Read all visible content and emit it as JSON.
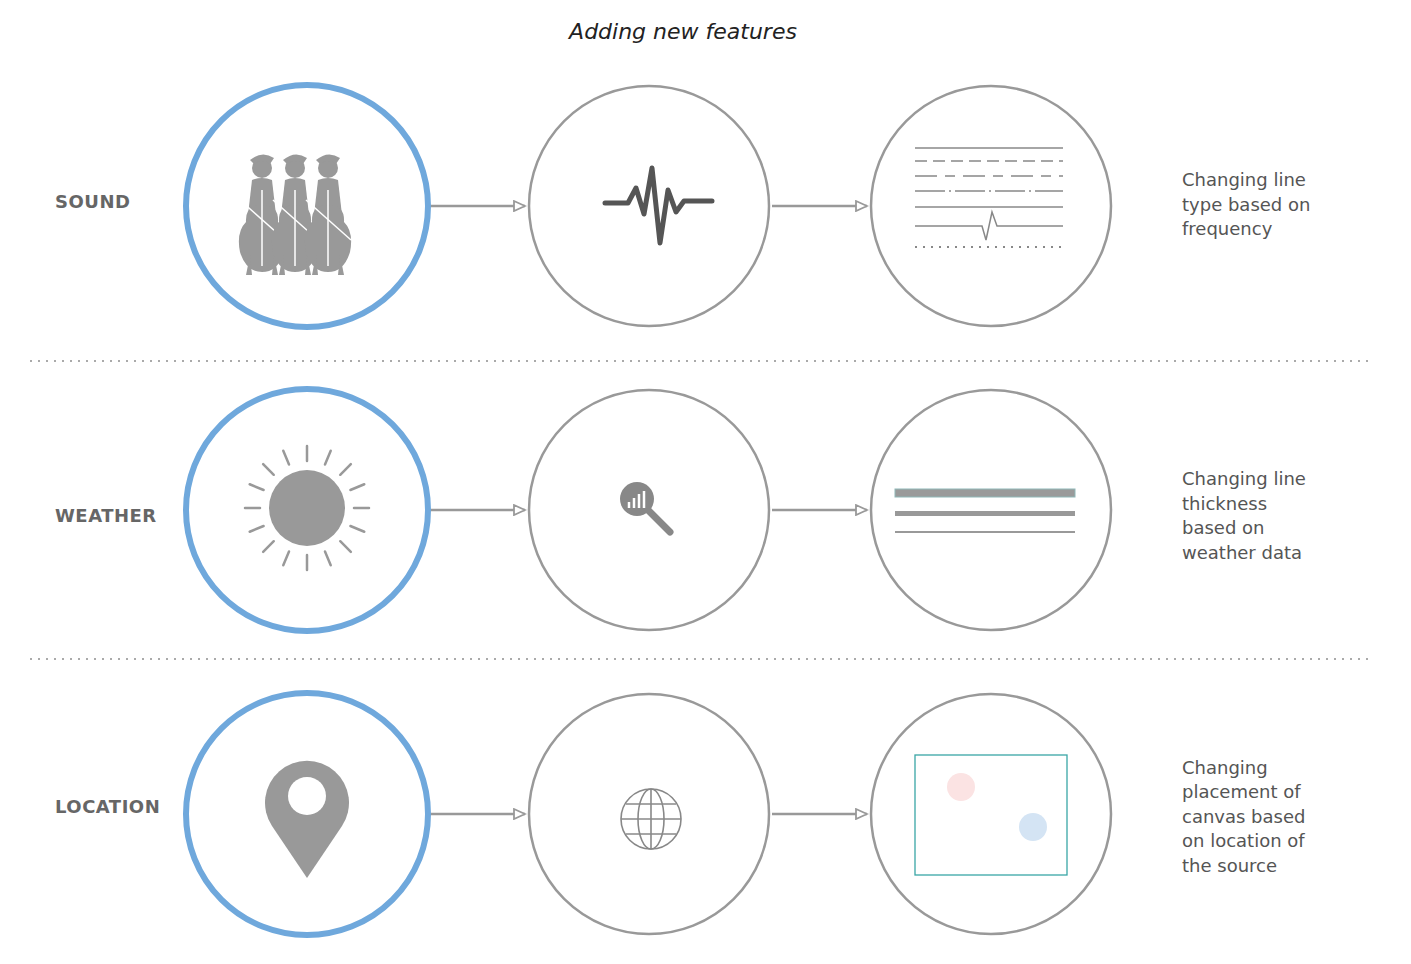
{
  "diagram": {
    "title": "Adding new features",
    "labels": [
      "SOUND",
      "Changing line type based on frequency",
      "WEATHER",
      "Changing line thickness based on weather data",
      "LOCATION",
      "Changing placement of canvas based on location of the source"
    ]
  }
}
